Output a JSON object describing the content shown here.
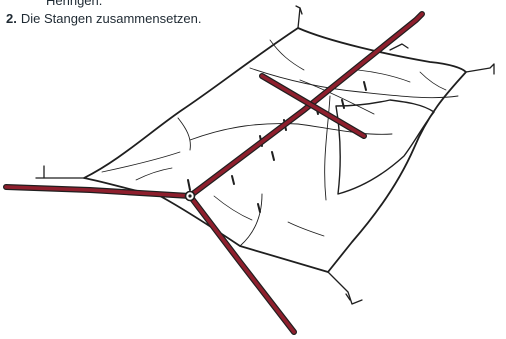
{
  "instructions": {
    "previous_step_tail": "Heringen.",
    "step2_number": "2.",
    "step2_text": "Die Stangen zusammensetzen."
  },
  "colors": {
    "pole": "#8e1f2d",
    "outline": "#1f1f1f",
    "text": "#1f2a33"
  },
  "figure": {
    "subject": "tent-pole-assembly-illustration"
  }
}
